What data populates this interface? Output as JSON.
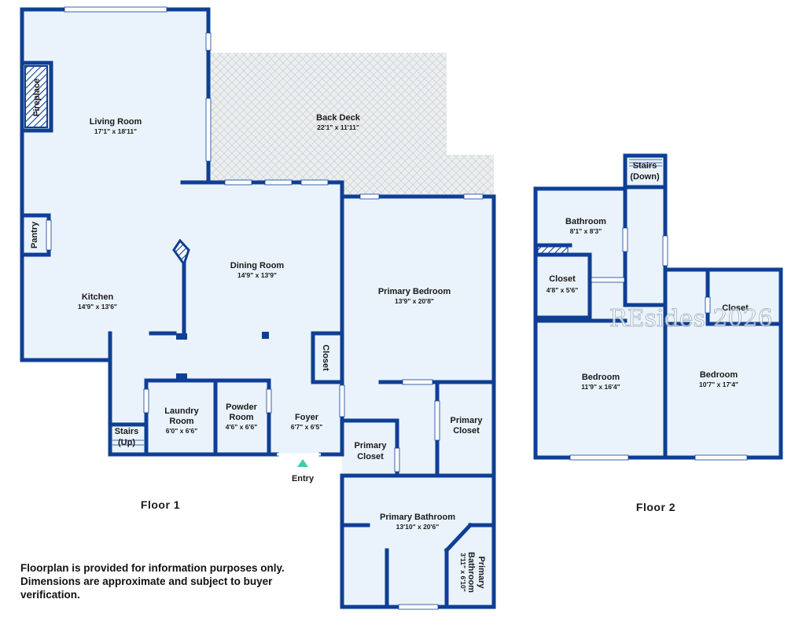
{
  "floor1": {
    "label": "Floor 1",
    "rooms": {
      "living_room": {
        "name": "Living Room",
        "dim": "17'1\" x 18'11\""
      },
      "back_deck": {
        "name": "Back Deck",
        "dim": "22'1\" x 11'11\""
      },
      "fireplace": {
        "name": "Fireplace"
      },
      "pantry": {
        "name": "Pantry"
      },
      "dining_room": {
        "name": "Dining Room",
        "dim": "14'9\" x 13'9\""
      },
      "kitchen": {
        "name": "Kitchen",
        "dim": "14'9\" x 13'6\""
      },
      "primary_bedroom": {
        "name": "Primary Bedroom",
        "dim": "13'9\" x 20'8\""
      },
      "closet": {
        "name": "Closet"
      },
      "laundry_room": {
        "name_line1": "Laundry",
        "name_line2": "Room",
        "dim": "6'0\" x 6'6\""
      },
      "powder_room": {
        "name_line1": "Powder",
        "name_line2": "Room",
        "dim": "4'6\" x 6'6\""
      },
      "foyer": {
        "name": "Foyer",
        "dim": "6'7\" x 6'5\""
      },
      "stairs_up": {
        "name_line1": "Stairs",
        "name_line2": "(Up)"
      },
      "primary_closet_left": {
        "name_line1": "Primary",
        "name_line2": "Closet"
      },
      "primary_closet_right": {
        "name_line1": "Primary",
        "name_line2": "Closet"
      },
      "primary_bathroom": {
        "name": "Primary Bathroom",
        "dim": "13'10\" x 20'6\""
      },
      "primary_bathroom_small": {
        "name_line1": "Primary",
        "name_line2": "Bathroom",
        "dim": "3'11\" x 6'10\""
      }
    },
    "entry": "Entry"
  },
  "floor2": {
    "label": "Floor 2",
    "rooms": {
      "stairs_down": {
        "name_line1": "Stairs",
        "name_line2": "(Down)"
      },
      "bathroom": {
        "name": "Bathroom",
        "dim": "8'1\" x 8'3\""
      },
      "closet_left": {
        "name": "Closet",
        "dim": "4'8\" x 5'6\""
      },
      "closet_right": {
        "name": "Closet"
      },
      "bedroom_left": {
        "name": "Bedroom",
        "dim": "11'9\" x 16'4\""
      },
      "bedroom_right": {
        "name": "Bedroom",
        "dim": "10'7\" x 17'4\""
      }
    }
  },
  "disclaimer": {
    "line1": "Floorplan is provided for information purposes only.",
    "line2": "Dimensions are approximate and subject to buyer",
    "line3": "verification."
  },
  "watermark": "REsides 2026",
  "colors": {
    "wall": "#0e3f95",
    "floor": "#eaf3fb",
    "deck": "#ebeef0",
    "window": "#ffffff",
    "entry_marker": "#47c9ad"
  }
}
